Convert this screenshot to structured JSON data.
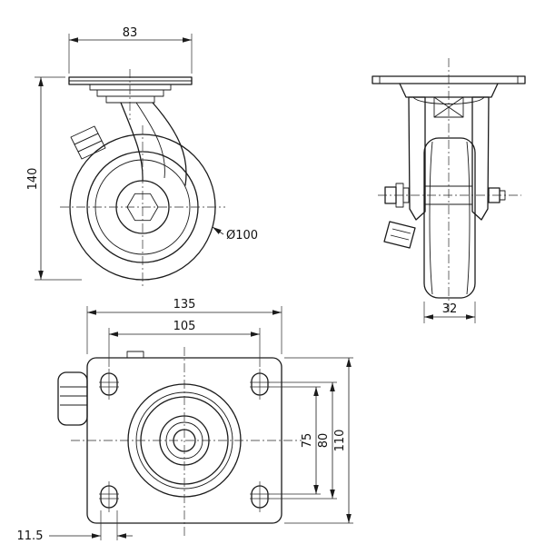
{
  "drawing": {
    "title": "swivel-caster-technical-drawing",
    "background": "#ffffff",
    "line_color": "#1b1b1b",
    "views": {
      "side": {
        "plate_width": "83",
        "overall_height": "140",
        "wheel_diameter": "Ø100"
      },
      "front": {
        "wheel_width": "32"
      },
      "plan": {
        "plate_length": "135",
        "bolt_hole_spacing_length": "105",
        "bolt_hole_spacing_width_min": "75",
        "bolt_hole_spacing_width_max": "80",
        "plate_width": "110",
        "slot_width": "11.5"
      }
    }
  }
}
